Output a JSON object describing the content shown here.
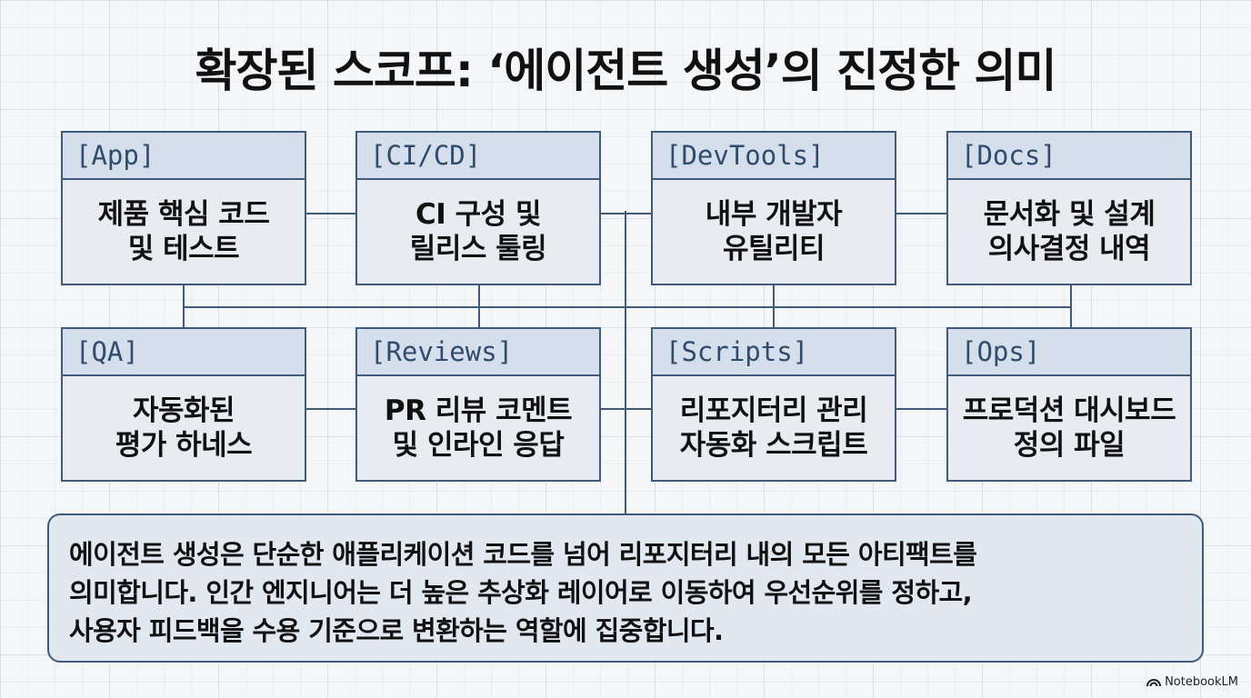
{
  "title": "확장된 스코프: ‘에이전트 생성’의 진정한 의미",
  "cards": [
    {
      "tag": "[App]",
      "desc_line1": "제품 핵심 코드",
      "desc_line2": "및 테스트"
    },
    {
      "tag": "[CI/CD]",
      "desc_line1": "CI 구성 및",
      "desc_line2": "릴리스 툴링"
    },
    {
      "tag": "[DevTools]",
      "desc_line1": "내부 개발자",
      "desc_line2": "유틸리티"
    },
    {
      "tag": "[Docs]",
      "desc_line1": "문서화 및 설계",
      "desc_line2": "의사결정 내역"
    },
    {
      "tag": "[QA]",
      "desc_line1": "자동화된",
      "desc_line2": "평가 하네스"
    },
    {
      "tag": "[Reviews]",
      "desc_line1": "PR 리뷰 코멘트",
      "desc_line2": "및 인라인 응답"
    },
    {
      "tag": "[Scripts]",
      "desc_line1": "리포지터리 관리",
      "desc_line2": "자동화 스크립트"
    },
    {
      "tag": "[Ops]",
      "desc_line1": "프로덕션 대시보드",
      "desc_line2": "정의 파일"
    }
  ],
  "summary": {
    "line1": "에이전트 생성은 단순한 애플리케이션 코드를 넘어 리포지터리 내의 모든 아티팩트를",
    "line2": "의미합니다. 인간 엔지니어는 더 높은 추상화 레이어로 이동하여 우선순위를 정하고,",
    "line3": "사용자 피드백을 수용 기준으로 변환하는 역할에 집중합니다."
  },
  "brand": "NotebookLM"
}
